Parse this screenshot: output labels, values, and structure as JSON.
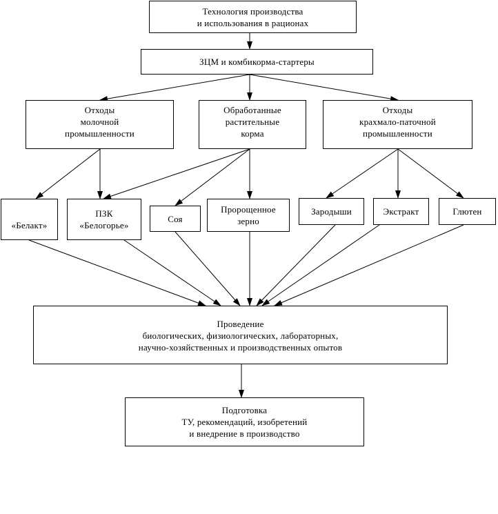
{
  "diagram": {
    "root": {
      "lines": [
        "Технология производства",
        "и использования в рационах"
      ]
    },
    "zcm": {
      "lines": [
        "ЗЦМ и комбикорма-стартеры"
      ]
    },
    "dairy_waste": {
      "lines": [
        "Отходы",
        "молочной",
        "промышленности"
      ]
    },
    "processed_feed": {
      "lines": [
        "Обработанные",
        "растительные",
        "корма"
      ]
    },
    "starch_waste": {
      "lines": [
        "Отходы",
        "крахмало-паточной",
        "промышленности"
      ]
    },
    "belakt": {
      "lines": [
        "",
        "«Белакт»"
      ]
    },
    "pzk": {
      "lines": [
        "ПЗК",
        "«Белогорье»"
      ]
    },
    "soy": {
      "lines": [
        "Соя"
      ]
    },
    "sprouted_grain": {
      "lines": [
        "Пророщенное",
        "зерно"
      ]
    },
    "germs": {
      "lines": [
        "Зародыши"
      ]
    },
    "extract": {
      "lines": [
        "Экстракт"
      ]
    },
    "gluten": {
      "lines": [
        "Глютен"
      ]
    },
    "experiments": {
      "lines": [
        "Проведение",
        "биологических, физиологических, лабораторных,",
        "научно-хозяйственных и производственных опытов"
      ]
    },
    "preparation": {
      "lines": [
        "Подготовка",
        "ТУ, рекомендаций, изобретений",
        "и внедрение в производство"
      ]
    }
  }
}
